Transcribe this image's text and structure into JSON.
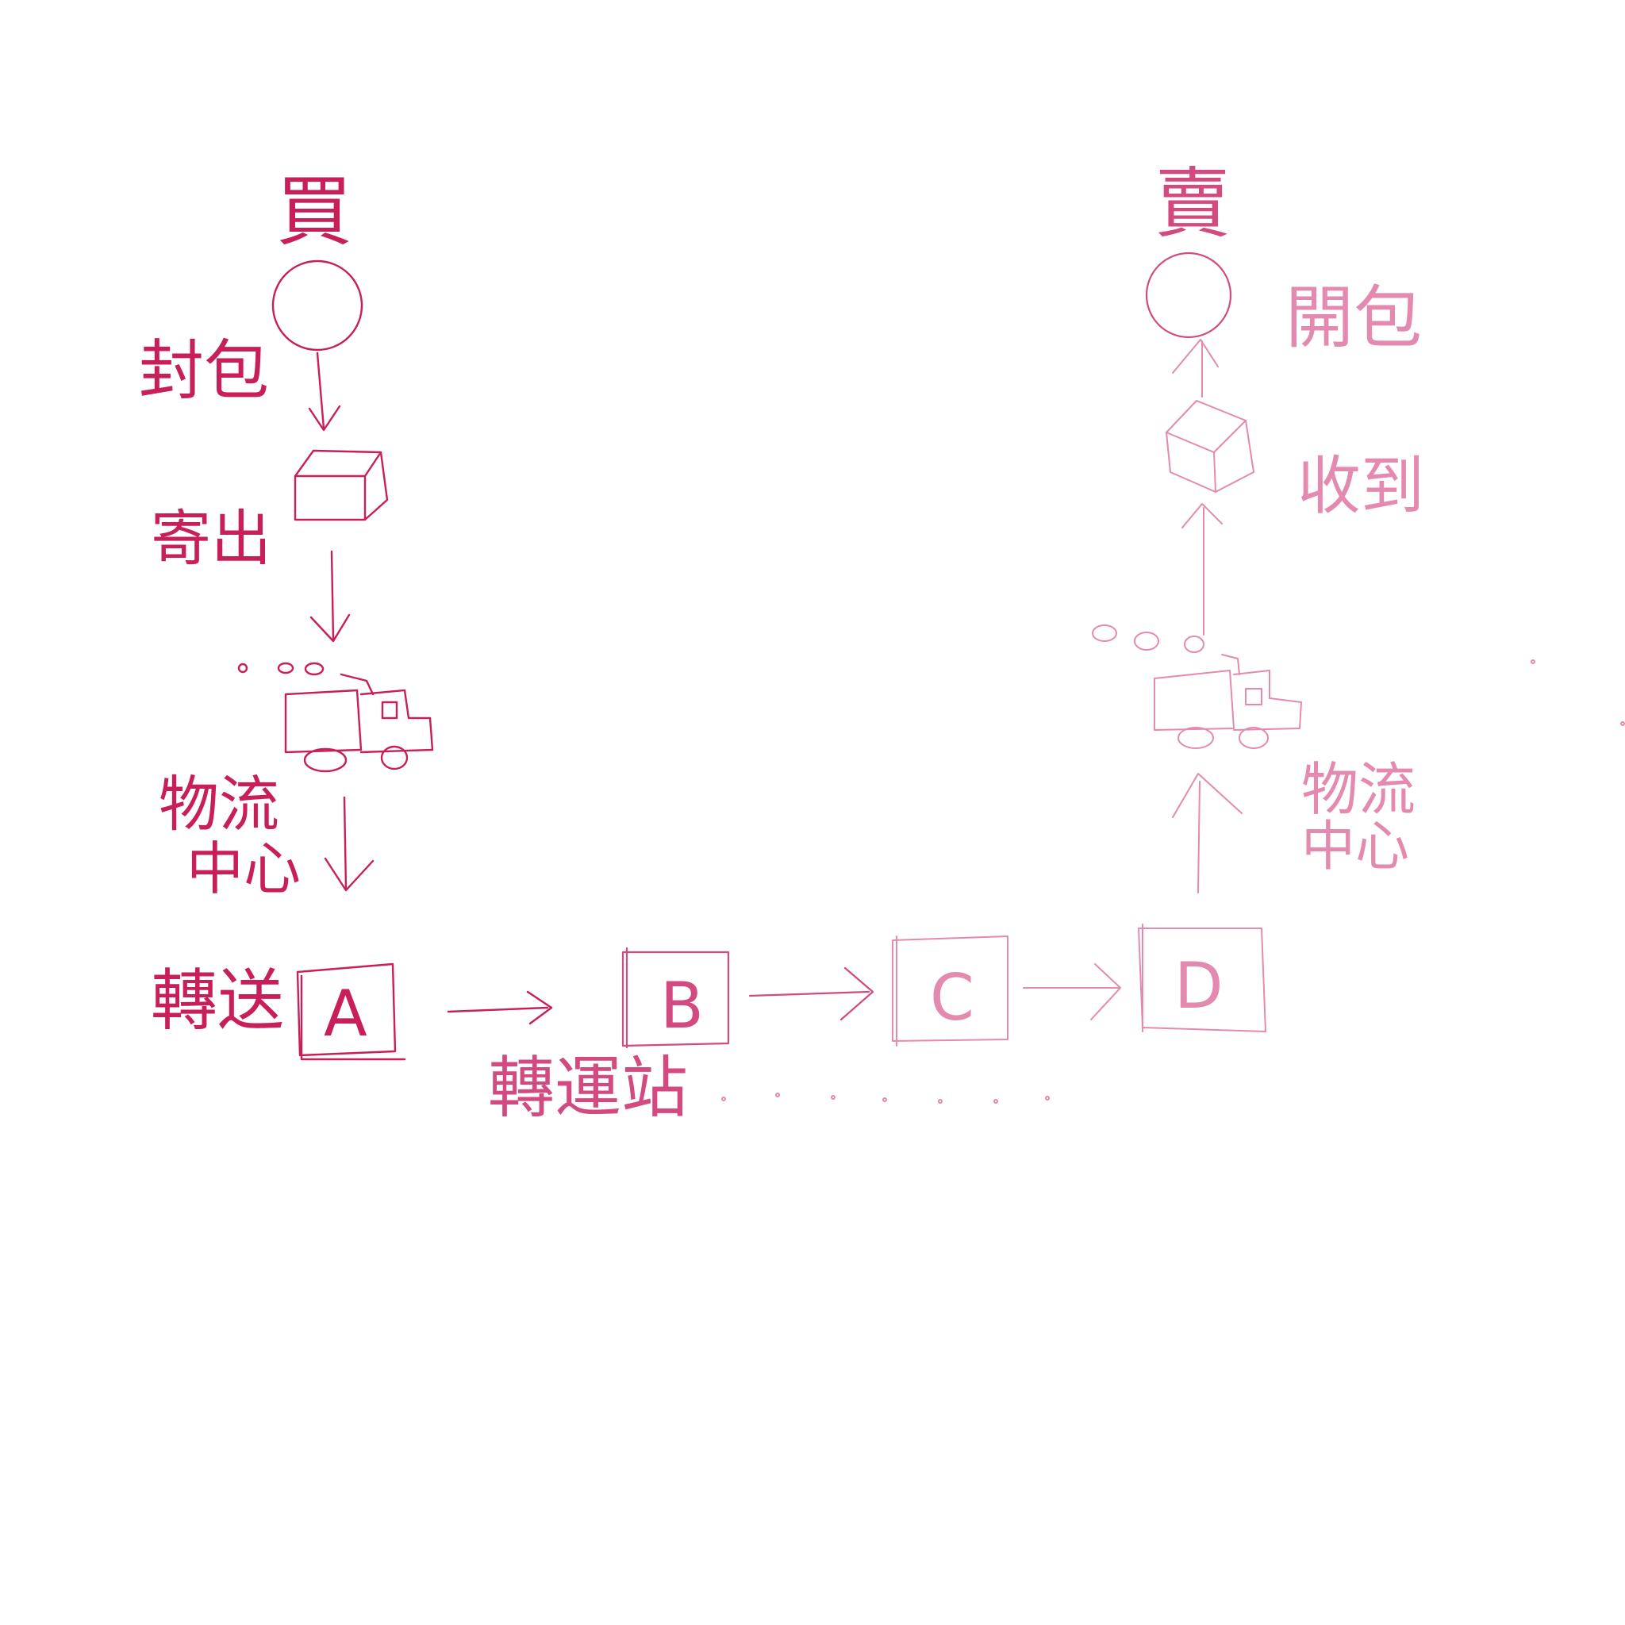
{
  "diagram": {
    "buyer": {
      "label": "買"
    },
    "seller": {
      "label": "賣"
    },
    "left_steps": {
      "pack": "封包",
      "send": "寄出",
      "logistics_line1": "物流",
      "logistics_line2": "中心",
      "transfer": "轉送"
    },
    "right_steps": {
      "unpack": "開包",
      "receive": "收到",
      "logistics_line1": "物流",
      "logistics_line2": "中心"
    },
    "stations": [
      "A",
      "B",
      "C",
      "D"
    ],
    "station_caption": "轉運站",
    "colors": {
      "dark": "#c81e5a",
      "mid": "#d24a80",
      "light": "#e48ab0"
    }
  }
}
